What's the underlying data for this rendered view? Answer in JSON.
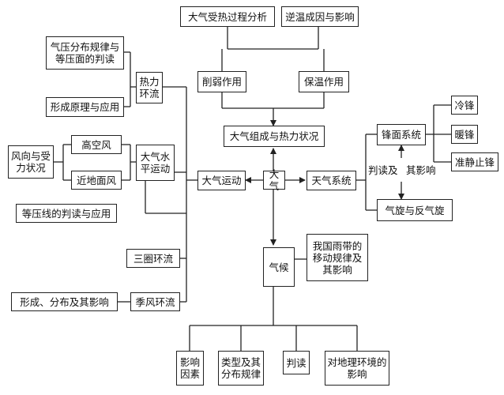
{
  "nodes": {
    "dq_shoure": "大气受热过程分析",
    "nw_chengyin": "逆温成因与影响",
    "xueruo": "削弱作用",
    "baowen": "保温作用",
    "qiya_guilv": "气压分布规律与等压面的判读",
    "reli_huanliu": "热力环流",
    "xingcheng_yuanli": "形成原理与应用",
    "fengxiang": "风向与受力状况",
    "gaokong": "高空风",
    "jindimian": "近地面风",
    "dqsp": "大气水平运动",
    "dengyaxian": "等压线的判读与应用",
    "dq_zucheng": "大气组成与热力状况",
    "dq_yundong": "大气运动",
    "daqi": "大气",
    "tianqi": "天气系统",
    "fengmian": "锋面系统",
    "lengfeng": "冷锋",
    "nuanfeng": "暖锋",
    "zhunjingzhi": "准静止锋",
    "qixuan": "气旋与反气旋",
    "sanquan": "三圈环流",
    "yudai": "我国雨带的移动规律及其影响",
    "qihou": "气候",
    "xcfb": "形成、分布及其影响",
    "jifeng": "季风环流",
    "yingxiang_yinsu": "影响因素",
    "leixing": "类型及其分布规律",
    "pandu": "判读",
    "dili_huanjing": "对地理环境的影响"
  },
  "labels": {
    "pandu_ji": "判读及",
    "qi_yingxiang": "其影响"
  }
}
